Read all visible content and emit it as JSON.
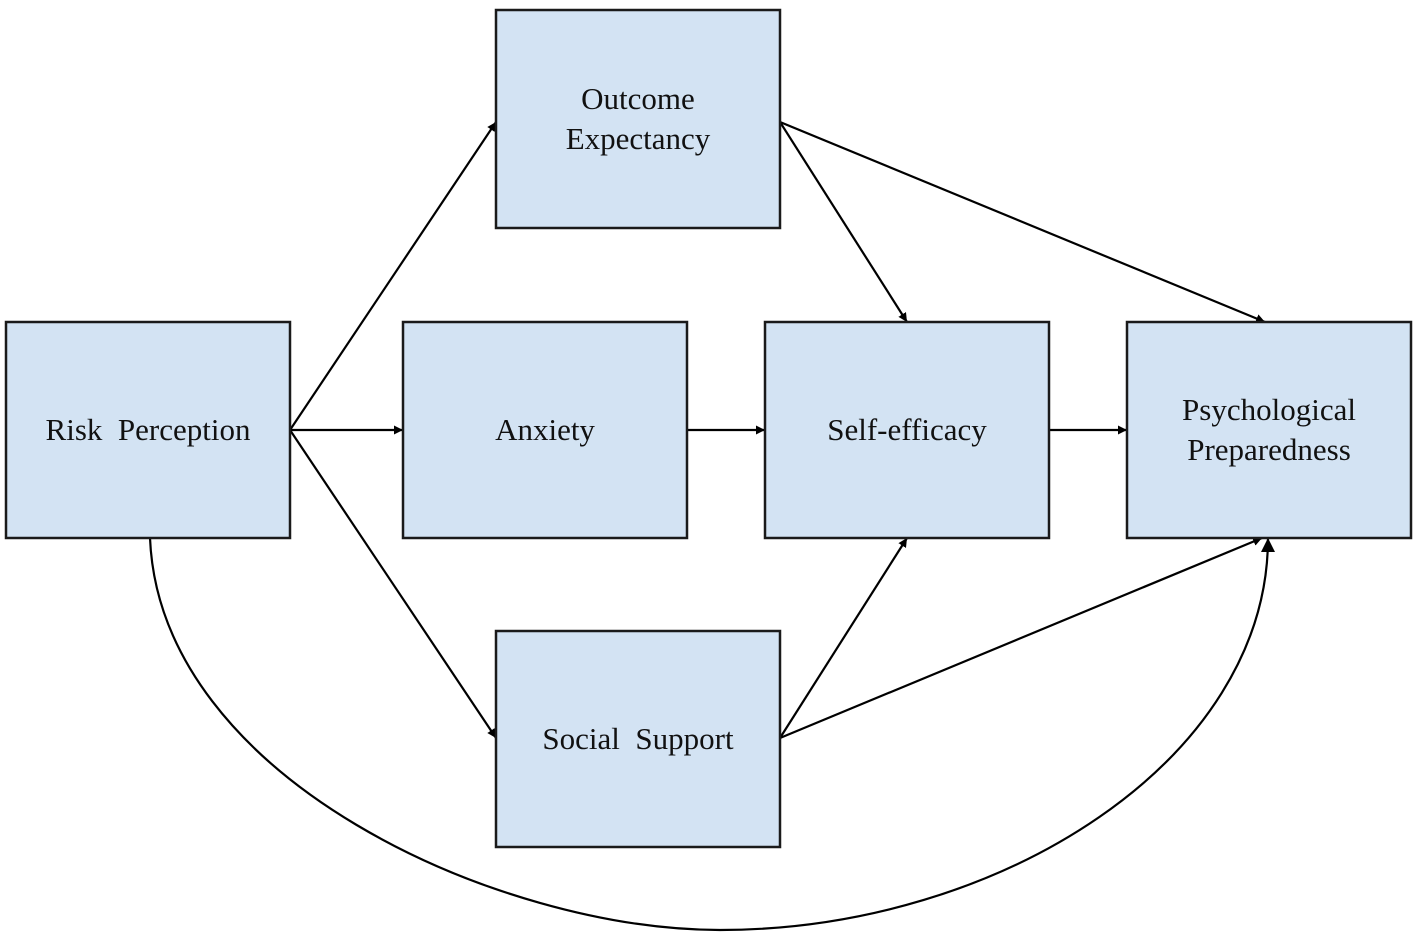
{
  "diagram": {
    "type": "path-model",
    "colors": {
      "node_fill": "#d3e3f3",
      "node_stroke": "#1a1a1a",
      "edge": "#000000"
    },
    "nodes": [
      {
        "id": "risk",
        "lines": [
          "Risk  Perception"
        ]
      },
      {
        "id": "outcome",
        "lines": [
          "Outcome",
          "Expectancy"
        ]
      },
      {
        "id": "anxiety",
        "lines": [
          "Anxiety"
        ]
      },
      {
        "id": "social",
        "lines": [
          "Social  Support"
        ]
      },
      {
        "id": "selfeff",
        "lines": [
          "Self-efficacy"
        ]
      },
      {
        "id": "prep",
        "lines": [
          "Psychological",
          "Preparedness"
        ]
      }
    ],
    "edges": [
      {
        "from": "risk",
        "to": "outcome"
      },
      {
        "from": "risk",
        "to": "anxiety"
      },
      {
        "from": "risk",
        "to": "social"
      },
      {
        "from": "risk",
        "to": "prep",
        "style": "curved"
      },
      {
        "from": "outcome",
        "to": "selfeff"
      },
      {
        "from": "outcome",
        "to": "prep"
      },
      {
        "from": "anxiety",
        "to": "selfeff"
      },
      {
        "from": "social",
        "to": "selfeff"
      },
      {
        "from": "social",
        "to": "prep"
      },
      {
        "from": "selfeff",
        "to": "prep"
      }
    ]
  }
}
